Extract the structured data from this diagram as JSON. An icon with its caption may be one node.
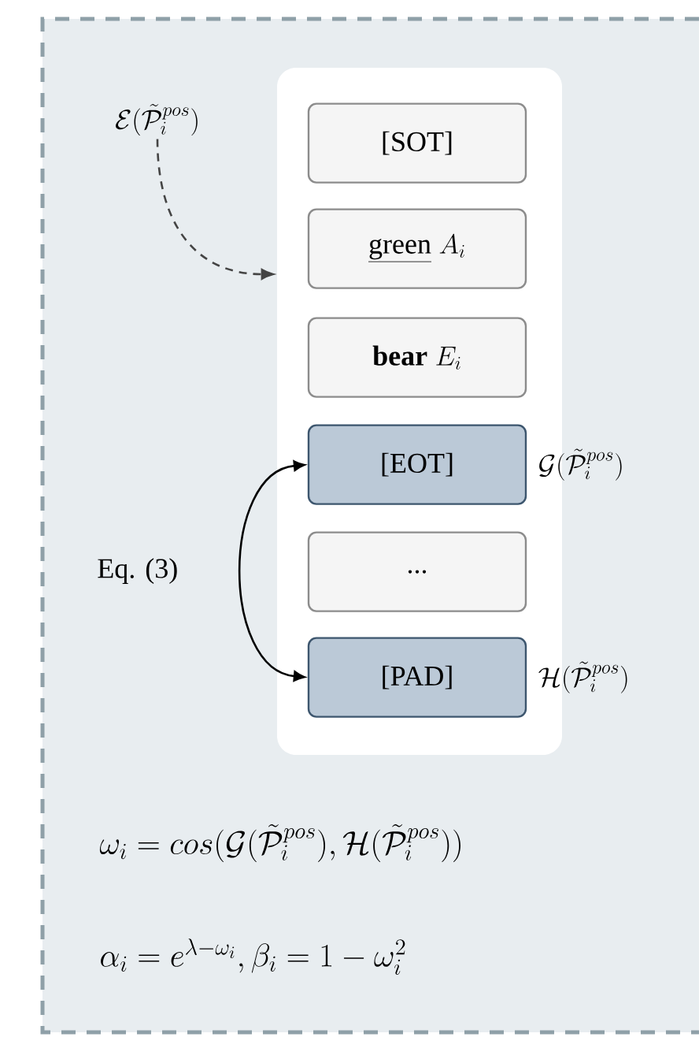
{
  "diagram": {
    "nodes": [
      {
        "text": [
          "\\mathcal{E}(\\tilde{\\mathcal{P}}_i^{pos})"
        ]
      },
      {
        "text": [],
        "shape": "box"
      },
      {
        "text": [
          "[SOT]"
        ],
        "in": 1
      },
      {
        "text": [
          "\\underline{\\mathrm{green}}\\;A_i"
        ],
        "in": 1
      },
      {
        "text": [
          "\\mathbf{bear}\\;E_i"
        ],
        "in": 1
      },
      {
        "text": [
          "[EOT]"
        ],
        "in": 1,
        "beside": [
          "\\mathcal{G}(\\tilde{\\mathcal{P}}_i^{pos})"
        ]
      },
      {
        "text": [
          "..."
        ],
        "in": 1
      },
      {
        "text": [
          "[PAD]"
        ],
        "in": 1,
        "beside": [
          "\\mathcal{H}(\\tilde{\\mathcal{P}}_i^{pos})"
        ]
      }
    ],
    "edges": [
      {
        "from": 0,
        "to": 1,
        "arrow": "to",
        "style": "dashed"
      },
      {
        "from": 5,
        "to": 7,
        "arrow": "both",
        "label": "Eq. (3)"
      }
    ],
    "labels": [
      "\\omega_i = cos(\\mathcal{G}(\\tilde{\\mathcal{P}}_i^{pos}), \\mathcal{H}(\\tilde{\\mathcal{P}}_i^{pos}))",
      "\\alpha_i = e^{\\lambda - \\omega_i}, \\beta_i = 1 - \\omega_i^2"
    ]
  }
}
